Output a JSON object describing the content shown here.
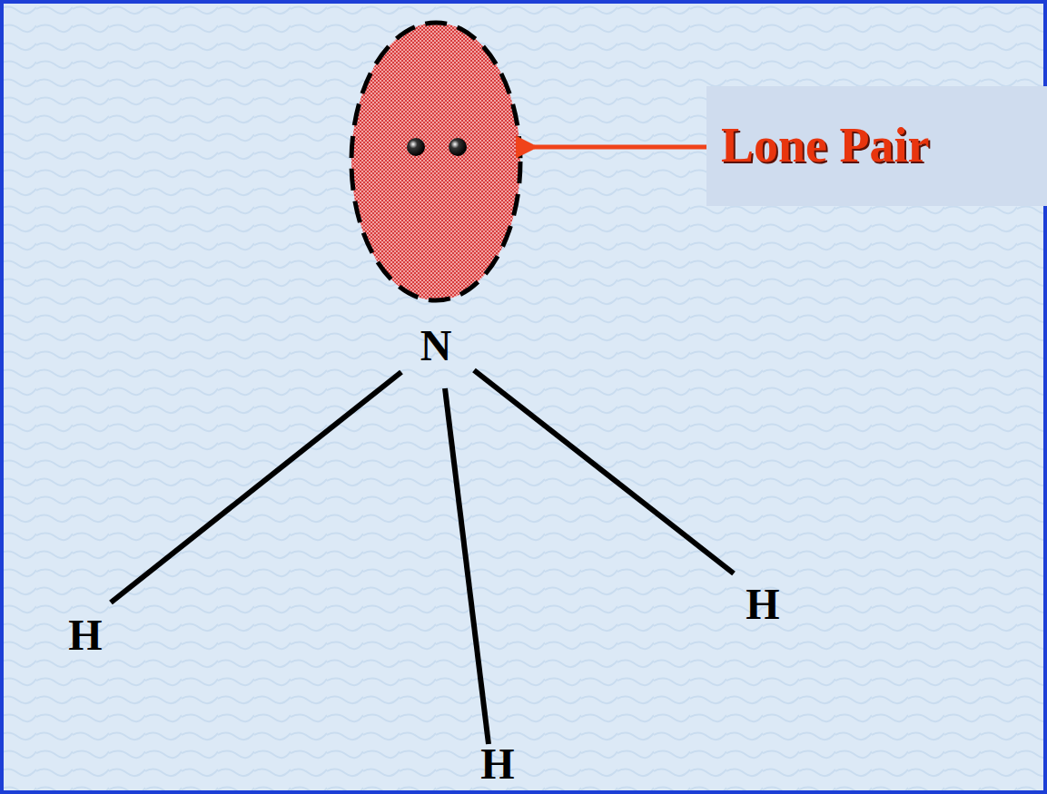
{
  "diagram": {
    "nodes": [
      {
        "text": [
          "Lone Pair"
        ]
      }
    ],
    "labels": [
      "N",
      "H",
      "H",
      "H"
    ]
  }
}
